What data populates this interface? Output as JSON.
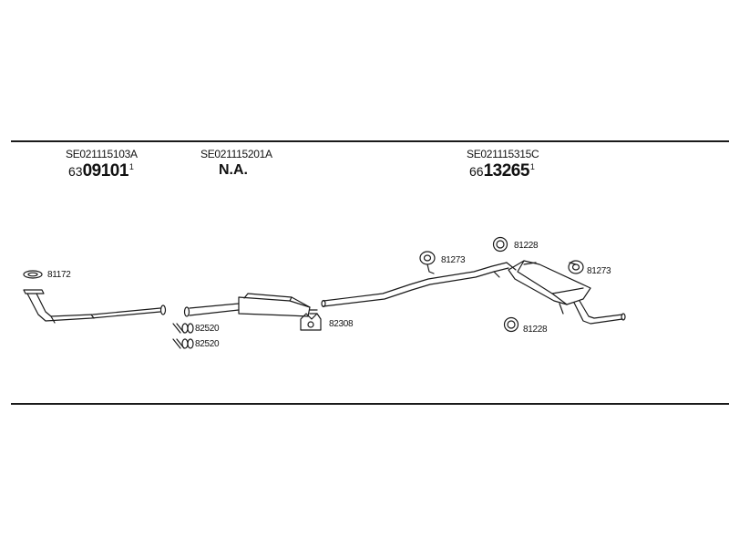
{
  "colors": {
    "line": "#1a1a1a",
    "background": "#ffffff"
  },
  "sections": [
    {
      "code": "SE021115103A",
      "num_prefix": "63",
      "num_main": "09101",
      "num_sup": "1"
    },
    {
      "code": "SE021115201A",
      "status": "N.A."
    },
    {
      "code": "SE021115315C",
      "num_prefix": "66",
      "num_main": "13265",
      "num_sup": "1"
    }
  ],
  "parts": {
    "gasket_front": "81172",
    "clamp_upper": "82520",
    "clamp_lower": "82520",
    "bracket_mid": "82308",
    "hanger_mid": "81273",
    "ring_top": "81228",
    "hanger_rear": "81273",
    "ring_bottom": "81228"
  }
}
